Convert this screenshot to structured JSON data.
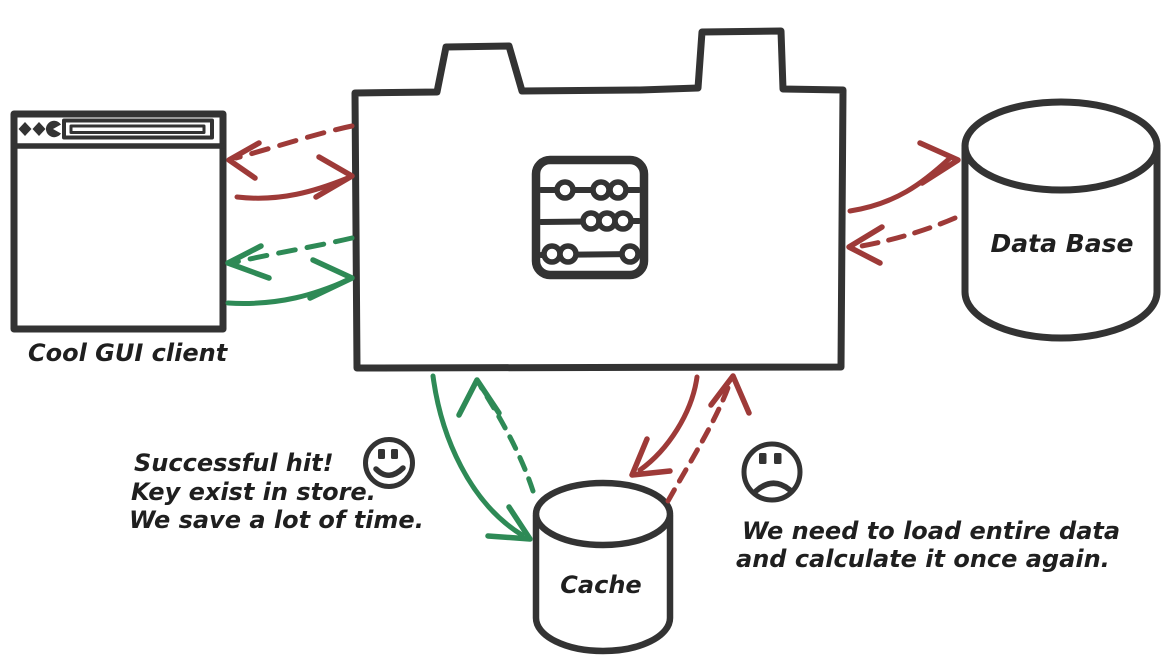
{
  "labels": {
    "client": "Cool GUI client",
    "database": "Data Base",
    "cache": "Cache"
  },
  "notes": {
    "hit": {
      "line1": "Successful hit!",
      "line2": "Key exist in store.",
      "line3": "We save a lot of time."
    },
    "miss": {
      "line1": "We need to load entire data",
      "line2": "and calculate it once again."
    }
  },
  "colors": {
    "ink": "#333333",
    "text": "#1f1f1f",
    "request_red": "#9e3a38",
    "hit_green": "#2e8a56"
  }
}
